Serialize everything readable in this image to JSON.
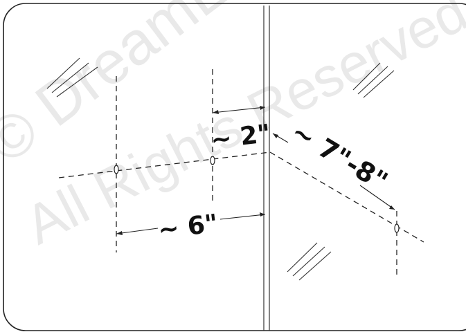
{
  "diagram": {
    "measurements": {
      "offset_label": "~ 2\"",
      "spacing_label": "~ 6\"",
      "corner_label": "~ 7\"-8\""
    },
    "watermark": {
      "line1": "© DreamLine®",
      "line2": "All Rights Reserved"
    }
  }
}
